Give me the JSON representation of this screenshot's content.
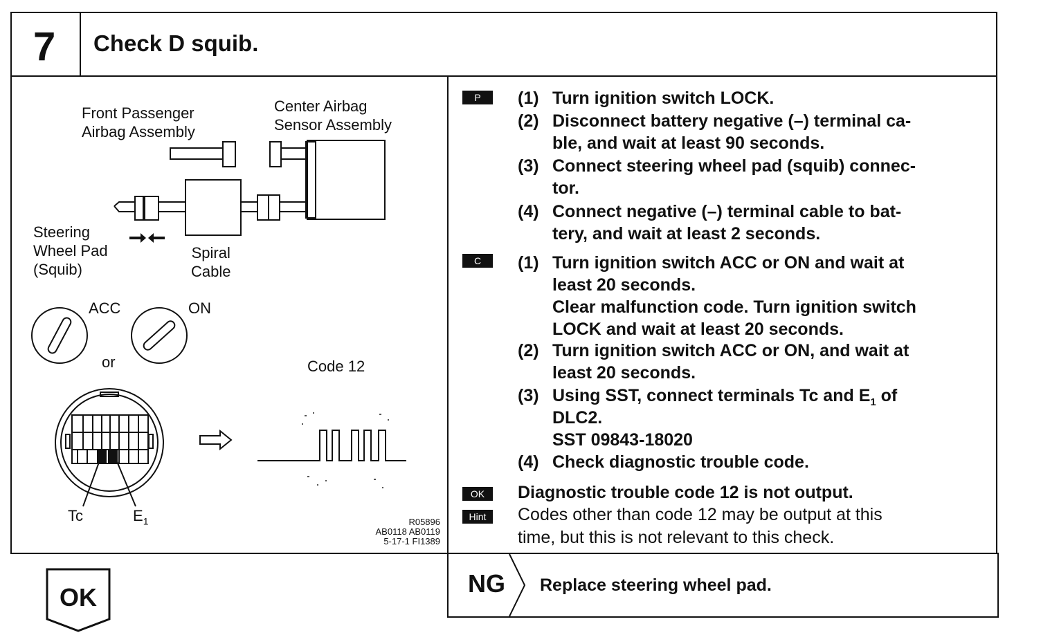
{
  "step": {
    "number": "7",
    "title": "Check D squib."
  },
  "diagram": {
    "labels": {
      "front_passenger": [
        "Front Passenger",
        "Airbag Assembly"
      ],
      "center_sensor": [
        "Center Airbag",
        "Sensor Assembly"
      ],
      "steering_pad": [
        "Steering",
        "Wheel Pad",
        "(Squib)"
      ],
      "spiral_cable": [
        "Spiral",
        "Cable"
      ],
      "acc": "ACC",
      "on": "ON",
      "or": "or",
      "code": "Code 12",
      "tc": "Tc",
      "e1": "E",
      "e1_sub": "1"
    },
    "ref_codes": [
      "R05896",
      "AB0118 AB0119",
      "5-17-1 FI1389"
    ]
  },
  "procedure": {
    "p_badge": "P",
    "p_steps": [
      {
        "num": "(1)",
        "lines": [
          "Turn ignition switch LOCK."
        ]
      },
      {
        "num": "(2)",
        "lines": [
          "Disconnect battery negative (–) terminal ca-",
          "ble, and wait at least 90 seconds."
        ]
      },
      {
        "num": "(3)",
        "lines": [
          "Connect steering wheel pad (squib) connec-",
          "tor."
        ]
      },
      {
        "num": "(4)",
        "lines": [
          "Connect negative (–) terminal cable to bat-",
          "tery, and wait at least 2 seconds."
        ]
      }
    ],
    "c_badge": "C",
    "c_steps": [
      {
        "num": "(1)",
        "lines": [
          "Turn ignition switch ACC or ON and wait at",
          "least 20 seconds.",
          "Clear malfunction code. Turn ignition switch",
          "LOCK and wait at least 20 seconds."
        ]
      },
      {
        "num": "(2)",
        "lines": [
          "Turn ignition switch ACC or ON, and wait at",
          "least 20 seconds."
        ]
      },
      {
        "num": "(3)",
        "lines": [
          "Using SST, connect terminals Tc and E",
          "DLC2.",
          "SST 09843-18020"
        ],
        "sub": "1",
        "suffix": " of"
      },
      {
        "num": "(4)",
        "lines": [
          "Check diagnostic trouble code."
        ]
      }
    ],
    "ok_badge": "OK",
    "ok_text": "Diagnostic trouble code 12 is not output.",
    "hint_badge": "Hint",
    "hint_text": [
      "Codes other than code 12 may be output at this",
      "time, but this is not relevant to this check."
    ]
  },
  "result": {
    "ok_label": "OK",
    "ng_label": "NG",
    "ng_action": "Replace steering wheel pad."
  }
}
